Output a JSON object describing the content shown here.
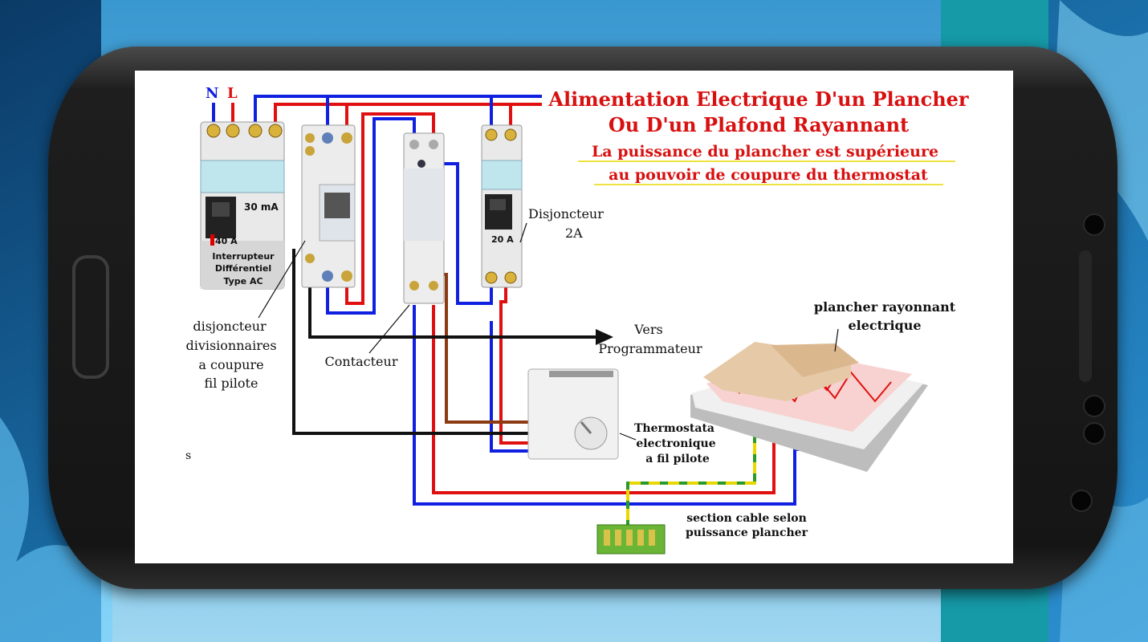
{
  "diagram": {
    "title_line1": "Alimentation Electrique D'un Plancher",
    "title_line2": "Ou D'un Plafond Rayannant",
    "subtitle_line1": "La puissance du plancher est supérieure",
    "subtitle_line2": "au pouvoir de coupure du thermostat",
    "label_n": "N",
    "label_l": "L",
    "rcd_rating": "30 mA",
    "rcd_current": "40 A",
    "rcd_name_1": "Interrupteur",
    "rcd_name_2": "Différentiel",
    "rcd_name_3": "Type AC",
    "breaker_rating": "20 A",
    "breaker_label_1": "Disjoncteur",
    "breaker_label_2": "2A",
    "divisional_1": "disjoncteur",
    "divisional_2": "divisionnaires",
    "divisional_3": "a coupure",
    "divisional_4": "fil pilote",
    "contactor_label": "Contacteur",
    "programmer_1": "Vers",
    "programmer_2": "Programmateur",
    "floor_label_1": "plancher rayonnant",
    "floor_label_2": "electrique",
    "thermostat_1": "Thermostata",
    "thermostat_2": "electronique",
    "thermostat_3": "a fil pilote",
    "cable_1": "section cable selon",
    "cable_2": "puissance plancher",
    "stray_s": "s"
  },
  "colors": {
    "wire_blue": "#1020e0",
    "wire_red": "#e01010",
    "wire_brown": "#8b3a12",
    "wire_black": "#111111",
    "title_red": "#d81010",
    "underline_yellow": "#e8d800"
  }
}
